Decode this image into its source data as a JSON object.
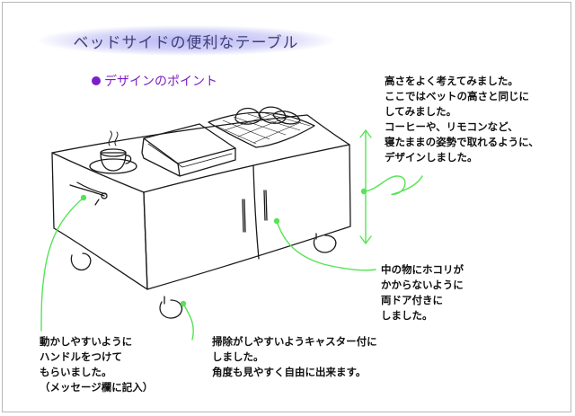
{
  "title": "ベッドサイドの便利なテーブル",
  "design_point": "デザインのポイント",
  "notes": {
    "height": "高さをよく考えてみました。\nここではベットの高さと同じに\nしてみました。\nコーヒーや、リモコンなど、\n寝たままの姿勢で取れるように、\nデザインしました。",
    "doors": "中の物にホコリが\nかからないように\n両ドア付きに\nしました。",
    "caster": "掃除がしやすいようキャスター付に\nしました。\n角度も見やすく自由に出来ます。",
    "handle": "動かしやすいように\nハンドルをつけて\nもらいました。\n（メッセージ欄に記入）"
  },
  "colors": {
    "accent": "#7b1fc8",
    "leader": "#55e455",
    "title_glow": "#b9b7f2",
    "title_text": "#3f3f7c"
  },
  "icons": [
    "bullet-dot-icon",
    "height-arrow-icon"
  ]
}
